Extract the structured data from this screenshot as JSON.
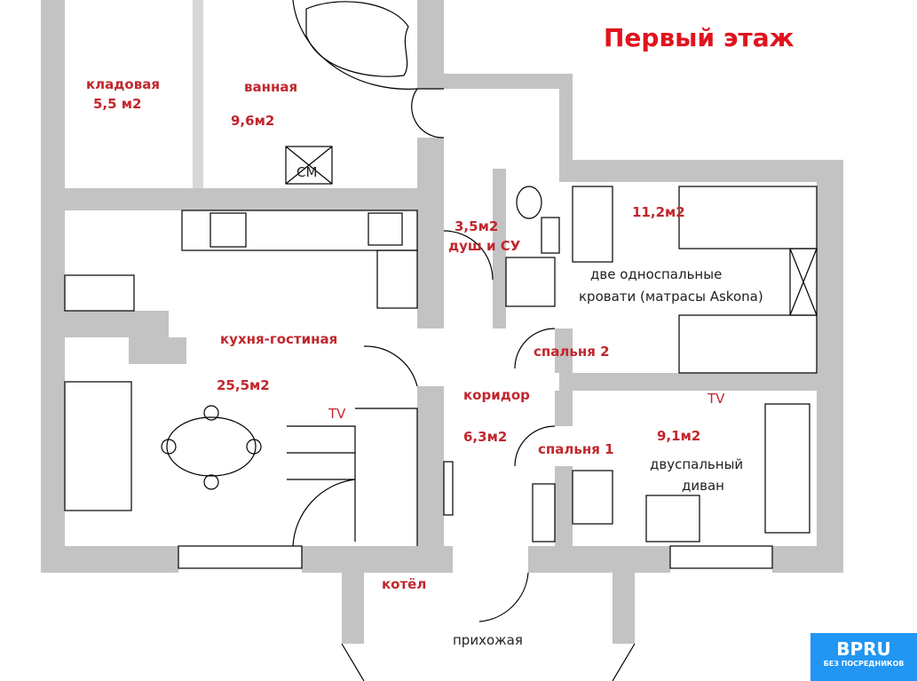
{
  "title": "Первый этаж",
  "colors": {
    "wall": "#c3c3c3",
    "label": "#c1272d",
    "title": "#e0141e",
    "badge": "#2196f3"
  },
  "rooms": {
    "storage": {
      "name": "кладовая",
      "area": "5,5 м2"
    },
    "bathroom": {
      "name": "ванная",
      "area": "9,6м2",
      "washer": "СМ"
    },
    "shower": {
      "area": "3,5м2",
      "name": "душ и СУ"
    },
    "bedroom2": {
      "area": "11,2м2",
      "note1": "две односпальные",
      "note2": "кровати (матрасы Askona)",
      "name": "спальня 2"
    },
    "kitchen": {
      "name": "кухня-гостиная",
      "area": "25,5м2",
      "tv": "TV"
    },
    "corridor": {
      "name": "коридор",
      "area": "6,3м2"
    },
    "bedroom1": {
      "name": "спальня 1",
      "area": "9,1м2",
      "tv": "TV",
      "note1": "двуспальный",
      "note2": "диван"
    },
    "boiler": {
      "name": "котёл"
    },
    "hall": {
      "name": "прихожая"
    }
  },
  "badge": {
    "brand": "BPRU",
    "tagline": "БЕЗ ПОСРЕДНИКОВ"
  }
}
